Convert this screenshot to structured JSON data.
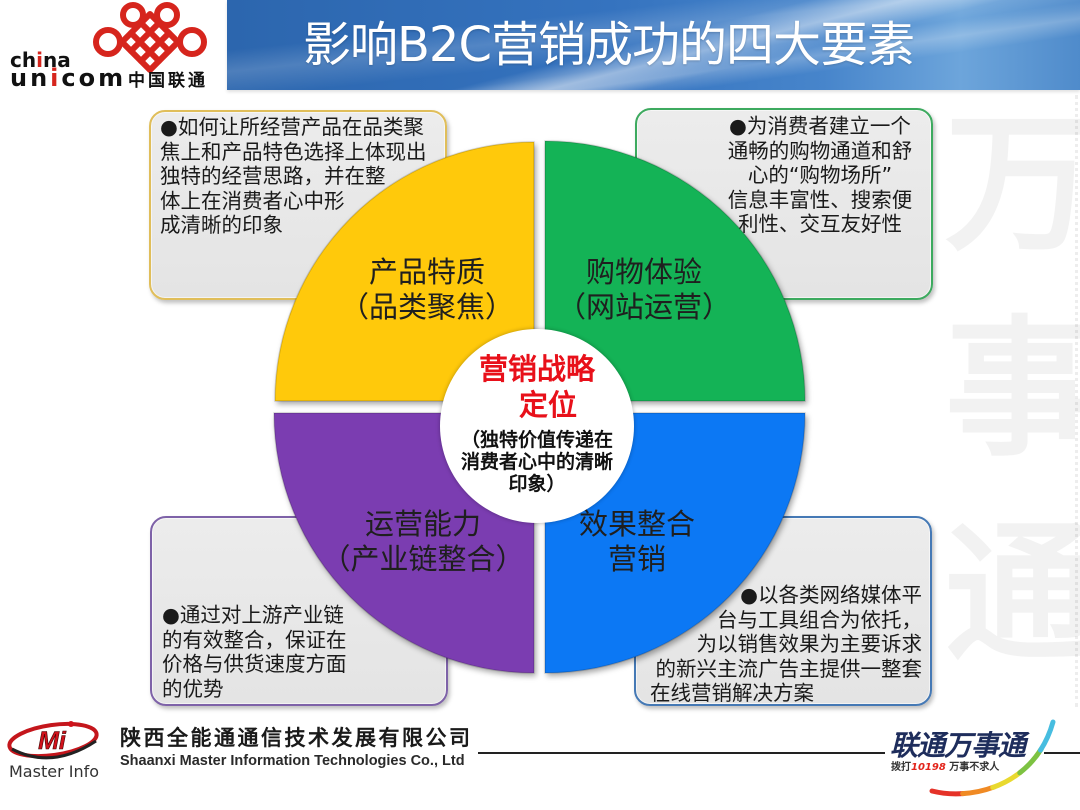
{
  "header": {
    "logo": {
      "en_line1": [
        "ch",
        "i",
        "na"
      ],
      "en_line2": [
        "un",
        "i",
        "com"
      ],
      "cn_name": "中国联通",
      "brand_color": "#D6251D"
    },
    "banner": {
      "title": "影响B2C营销成功的四大要素",
      "title_color": "#FFFFFF"
    }
  },
  "diagram": {
    "center": {
      "title_lines": [
        "营销战略",
        "定位"
      ],
      "title_color": "#E8101A",
      "subtitle_lines": [
        "（独特价值传递在",
        "消费者心中的清晰",
        "印象）"
      ]
    },
    "quadrants": [
      {
        "label_lines": [
          "产品特质",
          "（品类聚焦）"
        ],
        "fill": "#FFC90B",
        "border_color": "#E0BE5A",
        "description_lines": [
          "●如何让所经营产品在品类聚",
          "焦上和产品特色选择上体现出",
          "独特的经营思路，并在整",
          "体上在消费者心中形",
          "成清晰的印象"
        ]
      },
      {
        "label_lines": [
          "购物体验",
          "（网站运营）"
        ],
        "fill": "#14B356",
        "border_color": "#3DAA5F",
        "description_lines": [
          "●为消费者建立一个",
          "通畅的购物通道和舒",
          "心的“购物场所”",
          "信息丰富性、搜索便",
          "利性、交互友好性"
        ]
      },
      {
        "label_lines": [
          "运营能力",
          "（产业链整合）"
        ],
        "fill": "#7B3DB1",
        "border_color": "#7E62A8",
        "description_lines": [
          "●通过对上游产业链",
          "的有效整合，保证在",
          "价格与供货速度方面",
          "的优势"
        ]
      },
      {
        "label_lines": [
          "效果整合",
          "营销"
        ],
        "fill": "#0C78F4",
        "border_color": "#4579B5",
        "description_lines": [
          "●以各类网络媒体平",
          "台与工具组合为依托，",
          "为以销售效果为主要诉求",
          "的新兴主流广告主提供一整套",
          "在线营销解决方案"
        ]
      }
    ]
  },
  "watermark": {
    "text": "万事通"
  },
  "footer": {
    "company_logo": {
      "mark": "Mi",
      "name": "Master Info",
      "color": "#C4161C"
    },
    "company_name_cn": "陕西全能通通信技术发展有限公司",
    "company_name_en": "Shaanxi Master Information Technologies Co., Ltd",
    "service_logo": {
      "title": "联通万事通",
      "slogan_prefix": "拨打",
      "hotline": "10198",
      "slogan_suffix": " 万事不求人"
    }
  }
}
